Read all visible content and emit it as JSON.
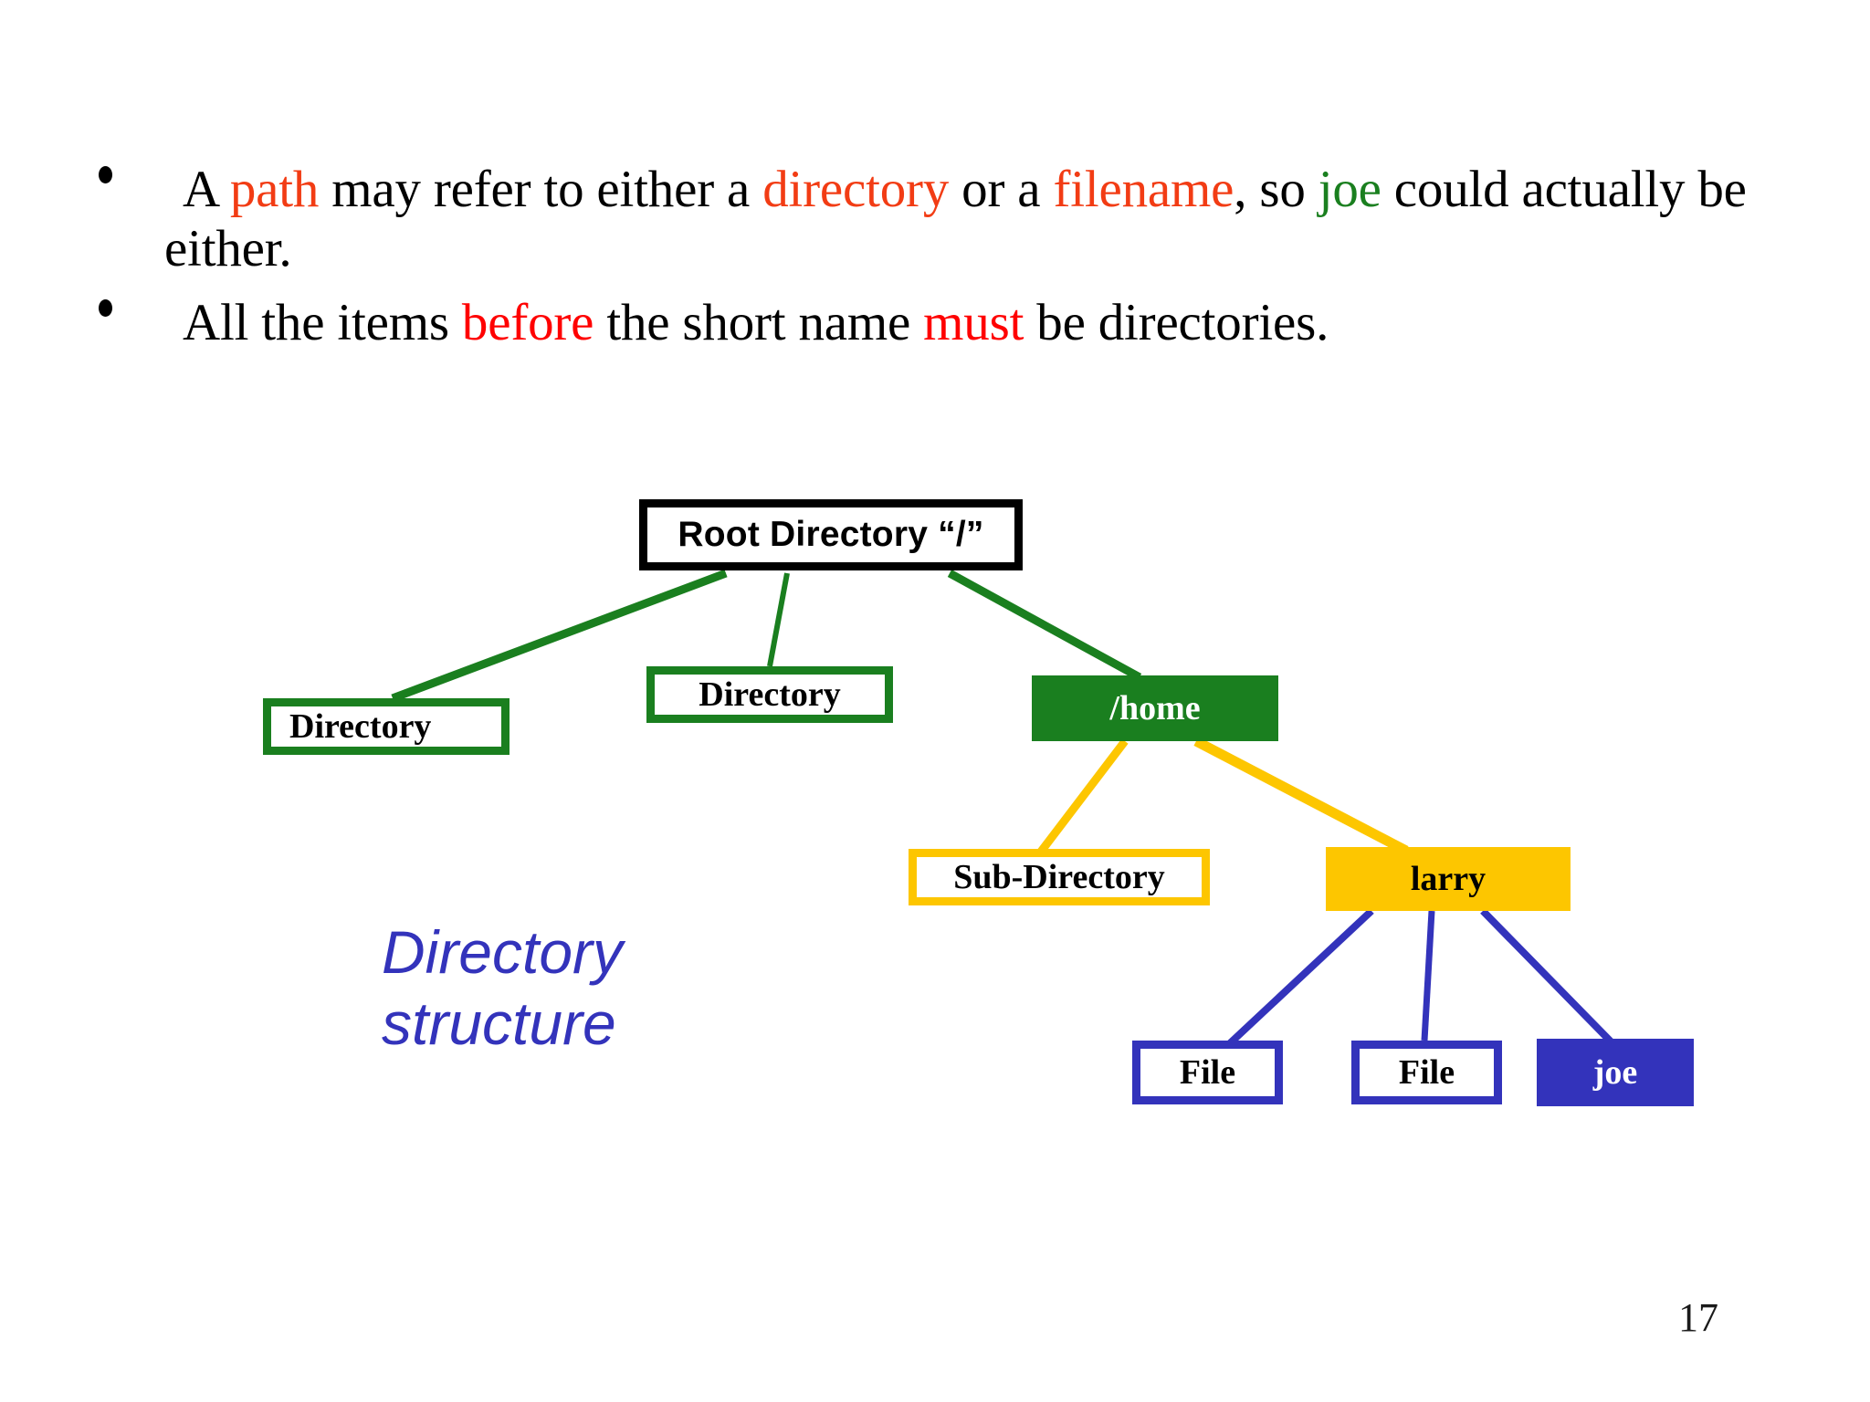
{
  "slide": {
    "page_number": "17",
    "background_color": "#ffffff"
  },
  "bullets": [
    {
      "id": "bullet-path",
      "segments": [
        {
          "text": "A ",
          "color": "#000000"
        },
        {
          "text": "path",
          "color": "#f23c14"
        },
        {
          "text": " may refer to either a ",
          "color": "#000000"
        },
        {
          "text": "directory",
          "color": "#f23c14"
        },
        {
          "text": " or a ",
          "color": "#000000"
        },
        {
          "text": "filename",
          "color": "#f23c14"
        },
        {
          "text": ", so ",
          "color": "#000000"
        },
        {
          "text": "joe",
          "color": "#1a7f1f"
        },
        {
          "text": " could actually be either.",
          "color": "#000000"
        }
      ],
      "plain": "A path may refer to either a directory or a filename, so joe could actually be either."
    },
    {
      "id": "bullet-before",
      "segments": [
        {
          "text": "All the items ",
          "color": "#000000"
        },
        {
          "text": "before",
          "color": "#ff0000"
        },
        {
          "text": " the short name ",
          "color": "#000000"
        },
        {
          "text": "must",
          "color": "#ff0000"
        },
        {
          "text": " be directories.",
          "color": "#000000"
        }
      ],
      "plain": "All the items before the short name must be directories."
    }
  ],
  "bullet_parts": {
    "b1_a": "A ",
    "b1_path": "path",
    "b1_b": " may refer to either a ",
    "b1_directory": "directory",
    "b1_c": " or a ",
    "b1_filename": "filename",
    "b1_d": ", so ",
    "b1_joe": "joe",
    "b1_e": " could actually be either.",
    "b2_a": "All the items ",
    "b2_before": "before",
    "b2_b": " the short name ",
    "b2_must": "must",
    "b2_c": " be directories."
  },
  "caption": {
    "line1": "Directory",
    "line2": "structure",
    "color": "#3333bb"
  },
  "diagram": {
    "title": "Directory structure tree",
    "nodes": {
      "root": {
        "label": "Root Directory “/”",
        "fill": "#ffffff",
        "border": "#000000",
        "text_color": "#000000"
      },
      "dir_a": {
        "label": "Directory",
        "fill": "#ffffff",
        "border": "#1a7f1f",
        "text_color": "#000000"
      },
      "dir_b": {
        "label": "Directory",
        "fill": "#ffffff",
        "border": "#1a7f1f",
        "text_color": "#000000"
      },
      "home": {
        "label": "/home",
        "fill": "#1a7f1f",
        "border": "#1a7f1f",
        "text_color": "#ffffff"
      },
      "subdir": {
        "label": "Sub-Directory",
        "fill": "#ffffff",
        "border": "#fdc600",
        "text_color": "#000000"
      },
      "larry": {
        "label": "larry",
        "fill": "#fdc600",
        "border": "#fdc600",
        "text_color": "#000000"
      },
      "file_a": {
        "label": "File",
        "fill": "#ffffff",
        "border": "#3333bb",
        "text_color": "#000000"
      },
      "file_b": {
        "label": "File",
        "fill": "#ffffff",
        "border": "#3333bb",
        "text_color": "#000000"
      },
      "joe": {
        "label": "joe",
        "fill": "#3333bb",
        "border": "#3333bb",
        "text_color": "#ffffff"
      }
    },
    "edges": [
      {
        "from": "root",
        "to": "dir_a",
        "color": "#1a7f1f"
      },
      {
        "from": "root",
        "to": "dir_b",
        "color": "#1a7f1f"
      },
      {
        "from": "root",
        "to": "home",
        "color": "#1a7f1f"
      },
      {
        "from": "home",
        "to": "subdir",
        "color": "#fdc600"
      },
      {
        "from": "home",
        "to": "larry",
        "color": "#fdc600"
      },
      {
        "from": "larry",
        "to": "file_a",
        "color": "#3333bb"
      },
      {
        "from": "larry",
        "to": "file_b",
        "color": "#3333bb"
      },
      {
        "from": "larry",
        "to": "joe",
        "color": "#3333bb"
      }
    ]
  },
  "colors": {
    "orange": "#f23c14",
    "red": "#ff0000",
    "green": "#1a7f1f",
    "yellow": "#fdc600",
    "blue": "#3333bb",
    "black": "#000000",
    "white": "#ffffff"
  }
}
